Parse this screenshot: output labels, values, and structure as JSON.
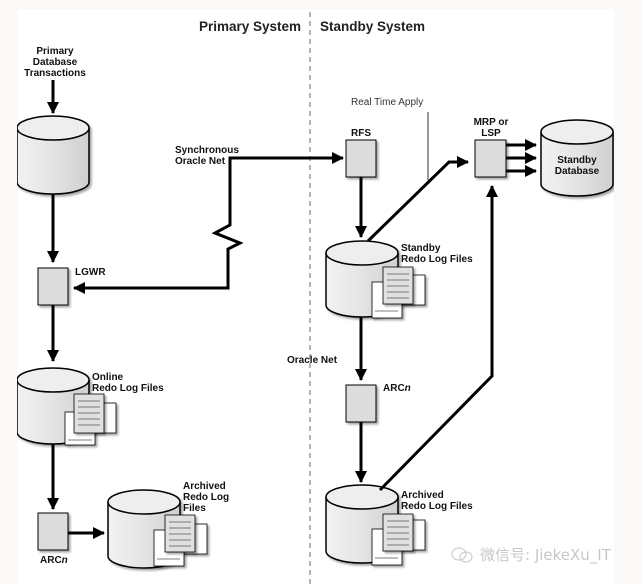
{
  "sections": {
    "primary": "Primary System",
    "standby": "Standby System"
  },
  "labels": {
    "primary_transactions": [
      "Primary",
      "Database",
      "Transactions"
    ],
    "lgwr": "LGWR",
    "online_redo": [
      "Online",
      "Redo Log Files"
    ],
    "arcn_primary": {
      "base": "ARC",
      "suffix": "n"
    },
    "archived_primary": [
      "Archived",
      "Redo Log",
      "Files"
    ],
    "sync_net": [
      "Synchronous",
      "Oracle Net"
    ],
    "rfs": "RFS",
    "real_time_apply": "Real Time Apply",
    "mrp_lsp": [
      "MRP or",
      "LSP"
    ],
    "standby_db": [
      "Standby",
      "Database"
    ],
    "standby_redo": [
      "Standby",
      "Redo Log Files"
    ],
    "oracle_net": "Oracle Net",
    "arcn_standby": {
      "base": "ARC",
      "suffix": "n"
    },
    "archived_standby": [
      "Archived",
      "Redo Log Files"
    ]
  },
  "watermark": {
    "icon": "wechat-icon",
    "text": "微信号: JiekeXu_IT"
  },
  "colors": {
    "background": "#faf9f7",
    "canvas": "#ffffff",
    "process_fill": "#dcdcdc",
    "cylinder_fill": "#e6e6e6",
    "stroke": "#000000",
    "divider": "#b4b4b4"
  }
}
